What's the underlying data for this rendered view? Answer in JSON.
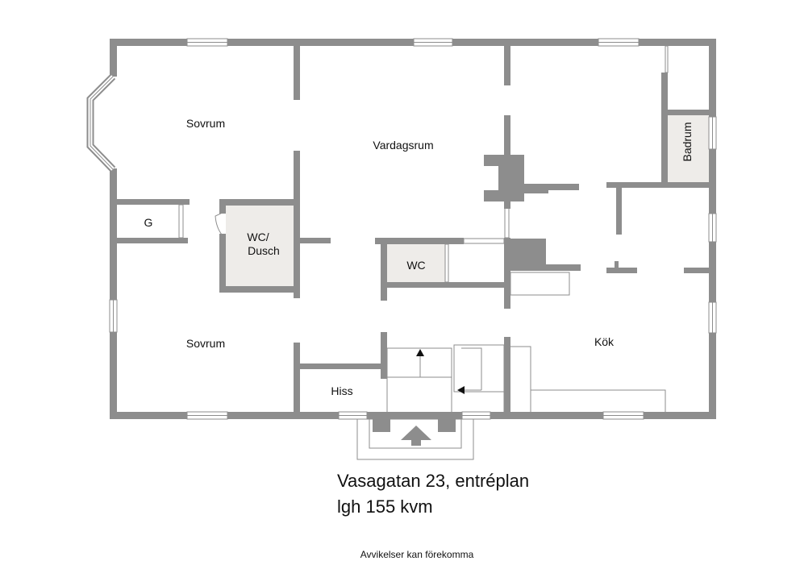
{
  "plan": {
    "rooms": {
      "sovrum_upper": "Sovrum",
      "vardagsrum": "Vardagsrum",
      "badrum": "Badrum",
      "g": "G",
      "wc_dusch_line1": "WC/",
      "wc_dusch_line2": "Dusch",
      "wc": "WC",
      "sovrum_lower": "Sovrum",
      "kok": "Kök",
      "hiss": "Hiss"
    }
  },
  "caption": {
    "address": "Vasagatan 23, entréplan",
    "size": "lgh 155 kvm",
    "disclaimer": "Avvikelser kan förekomma"
  },
  "colors": {
    "wall": "#8d8d8d",
    "wet_room": "#eeece9",
    "background": "#ffffff"
  }
}
